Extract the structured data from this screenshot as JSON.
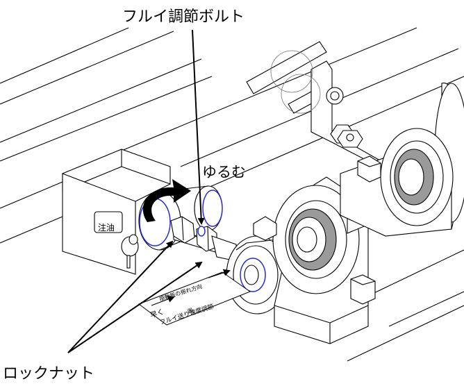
{
  "labels": {
    "title": "フルイ調節ボルト",
    "loosen": "ゆるむ",
    "locknut": "ロックナット",
    "oil": "注油"
  },
  "plate": {
    "line1": "振動板の振れ方向",
    "line2": "遅",
    "line3": "早く",
    "line4": "フルイ送り速度調節"
  },
  "colors": {
    "ink": "#000000",
    "blue_accent": "#2b2bd6",
    "gray_fill": "#9a9a9a"
  },
  "icons": [
    "rotation-arrow-icon",
    "leader-arrow-icon",
    "hex-bolt-icon",
    "bearing-icon"
  ]
}
